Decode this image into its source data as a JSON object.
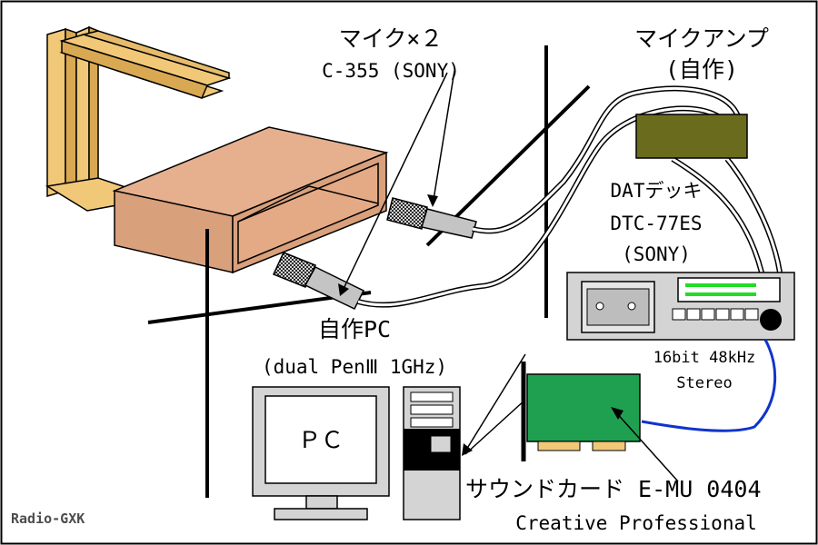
{
  "labels": {
    "mic_title": "マイク×２",
    "mic_model": "C-355 (SONY)",
    "amp_title": "マイクアンプ",
    "amp_sub": "(自作)",
    "dat_title": "DATデッキ",
    "dat_model": "DTC-77ES",
    "dat_maker": "(SONY)",
    "pc_title": "自作PC",
    "pc_spec": "(dual PenⅢ 1GHz)",
    "monitor_text": "ＰＣ",
    "format_bits": "16bit 48kHz",
    "format_channels": "Stereo",
    "soundcard_name": "サウンドカード E-MU 0404",
    "soundcard_maker": "Creative Professional",
    "credit": "Radio-GXK"
  },
  "colors": {
    "wood": "#f0c878",
    "box": "#d9a07c",
    "amp": "#6b6b1e",
    "board": "#1fa050",
    "cable_blue": "#1133cc",
    "meter_green": "#22dd22",
    "panel_gray": "#d4d4d4"
  }
}
